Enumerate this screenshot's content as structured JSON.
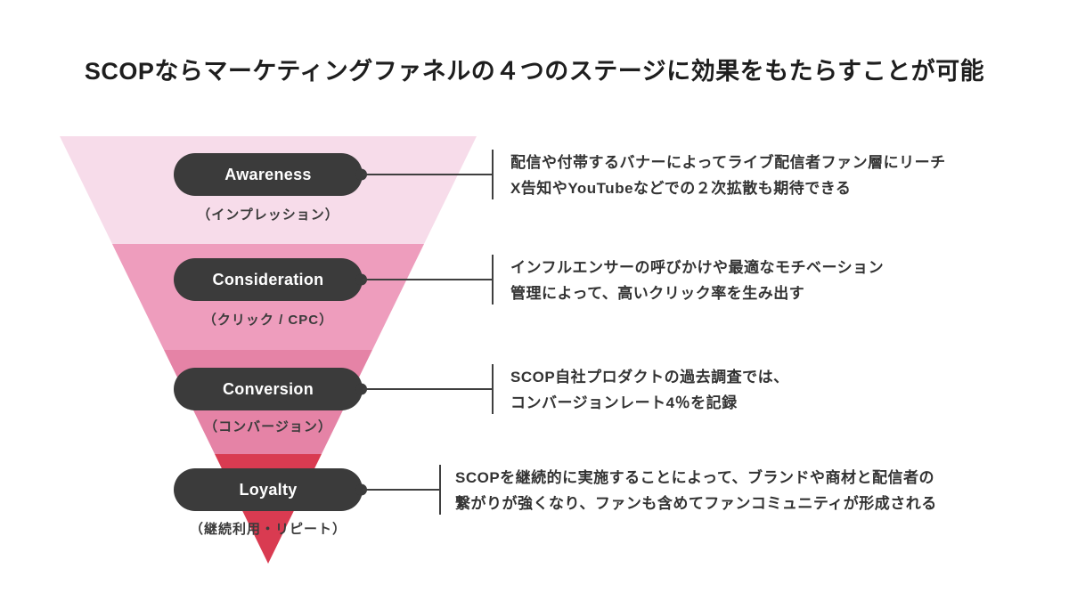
{
  "title": "SCOPならマーケティングファネルの４つのステージに効果をもたらすことが可能",
  "colors": {
    "background": "#ffffff",
    "pill": "#3b3b3b",
    "connector": "#3f3f3f",
    "title_text": "#1e1e1e",
    "body_text": "#333333"
  },
  "funnel": {
    "stages": [
      {
        "label": "Awareness",
        "subtitle": "（インプレッション）",
        "band_color": "#f7dcea",
        "description_lines": [
          "配信や付帯するバナーによってライブ配信者ファン層にリーチ",
          "X告知やYouTubeなどでの２次拡散も期待できる"
        ]
      },
      {
        "label": "Consideration",
        "subtitle": "（クリック / CPC）",
        "band_color": "#ee9dbd",
        "description_lines": [
          "インフルエンサーの呼びかけや最適なモチベーション",
          "管理によって、高いクリック率を生み出す"
        ]
      },
      {
        "label": "Conversion",
        "subtitle": "（コンバージョン）",
        "band_color": "#e583a6",
        "description_lines": [
          "SCOP自社プロダクトの過去調査では、",
          "コンバージョンレート4％を記録"
        ]
      },
      {
        "label": "Loyalty",
        "subtitle": "（継続利用・リピート）",
        "band_color": "#d93b51",
        "description_lines": [
          "SCOPを継続的に実施することによって、ブランドや商材と配信者の",
          "繋がりが強くなり、ファンも含めてファンコミュニティが形成される"
        ]
      }
    ]
  }
}
